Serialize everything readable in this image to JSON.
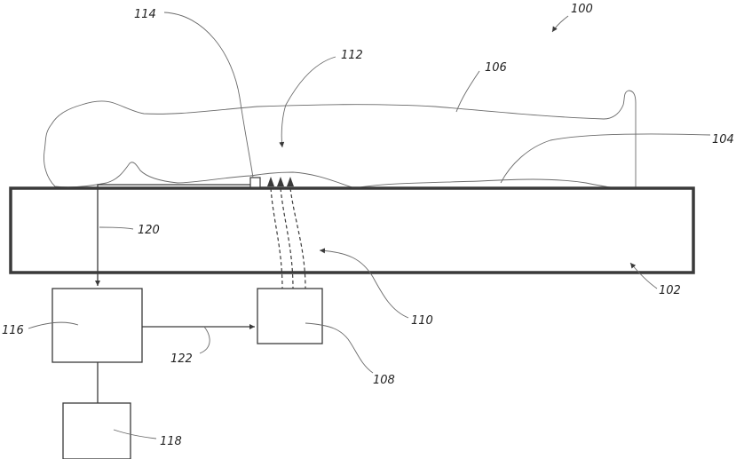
{
  "figure": {
    "labels": {
      "system": "100",
      "table": "102",
      "surface": "104",
      "patient": "106",
      "receiver": "108",
      "signal": "110",
      "region": "112",
      "sensor": "114",
      "controller": "116",
      "display": "118",
      "link_120": "120",
      "link_122": "122"
    }
  },
  "colors": {
    "stroke": "#3a3a3a",
    "background": "#ffffff"
  }
}
